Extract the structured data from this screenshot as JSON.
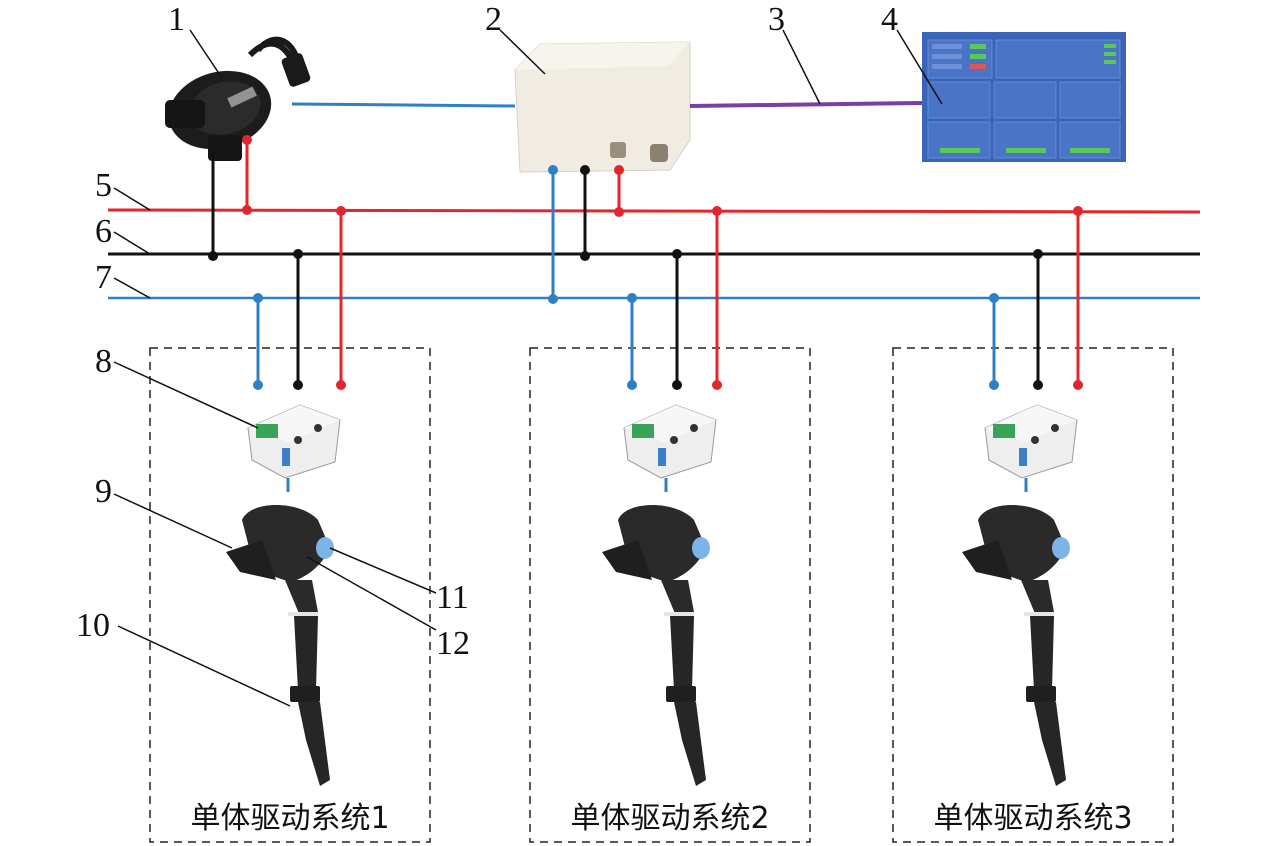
{
  "callouts": {
    "n1": "1",
    "n2": "2",
    "n3": "3",
    "n4": "4",
    "n5": "5",
    "n6": "6",
    "n7": "7",
    "n8": "8",
    "n9": "9",
    "n10": "10",
    "n11": "11",
    "n12": "12"
  },
  "systems": [
    {
      "label": "单体驱动系统1"
    },
    {
      "label": "单体驱动系统2"
    },
    {
      "label": "单体驱动系统3"
    }
  ],
  "colors": {
    "red_bus": "#e2262b",
    "black_bus": "#111111",
    "blue_bus": "#2f7fc4",
    "purple_link": "#7b3fa0",
    "screen_bg": "#3a64b8",
    "controller_box": "#f1ece2"
  },
  "icons": {
    "sensor": "wheel-speed-sensor-icon",
    "controller": "controller-box-icon",
    "display": "display-terminal-icon",
    "driver": "motor-driver-module-icon",
    "row_unit": "seed-metering-row-unit-icon"
  }
}
